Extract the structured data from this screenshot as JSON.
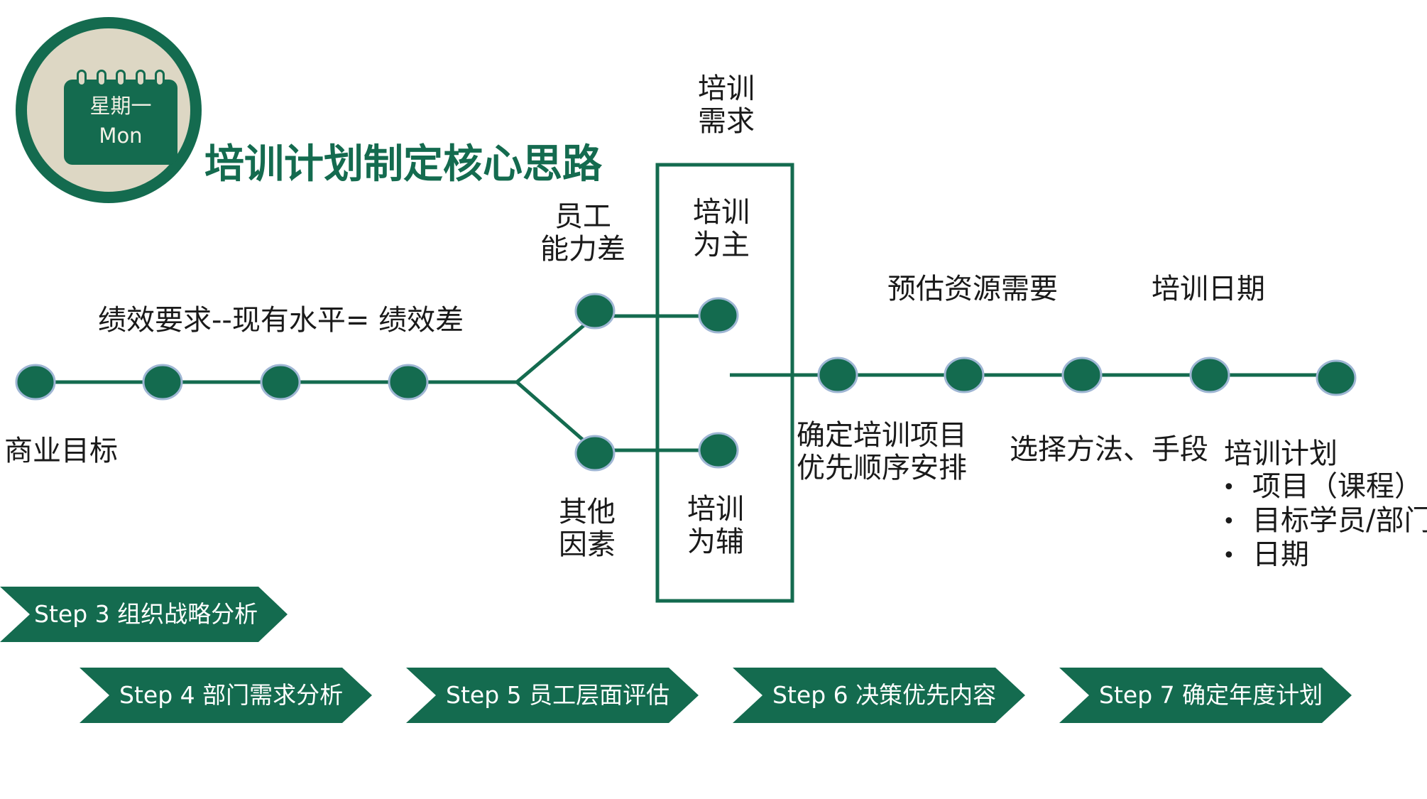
{
  "badge": {
    "day_cn": "星期一",
    "day_en": "Mon",
    "icon": "calendar-icon"
  },
  "title": "培训计划制定核心思路",
  "colors": {
    "primary": "#146b4f",
    "badge_bg": "#ddd7c4",
    "arrow_text": "#ffffff"
  },
  "labels": {
    "performance_gap": "绩效要求--现有水平= 绩效差",
    "business_goal": "商业目标",
    "employee_ability": [
      "员工",
      "能力差"
    ],
    "other_factors": [
      "其他",
      "因素"
    ],
    "training_need": [
      "培训",
      "需求"
    ],
    "training_primary": [
      "培训",
      "为主"
    ],
    "training_secondary": [
      "培训",
      "为辅"
    ],
    "estimate_resources": "预估资源需要",
    "training_date": "培训日期",
    "confirm_priority": [
      "确定培训项目",
      "优先顺序安排"
    ],
    "choose_method": "选择方法、手段",
    "training_plan": "培训计划",
    "plan_items": [
      "项目（课程）",
      "目标学员/部门",
      "日期"
    ]
  },
  "steps": [
    "Step 3  组织战略分析",
    "Step 4  部门需求分析",
    "Step 5  员工层面评估",
    "Step 6  决策优先内容",
    "Step 7  确定年度计划"
  ]
}
